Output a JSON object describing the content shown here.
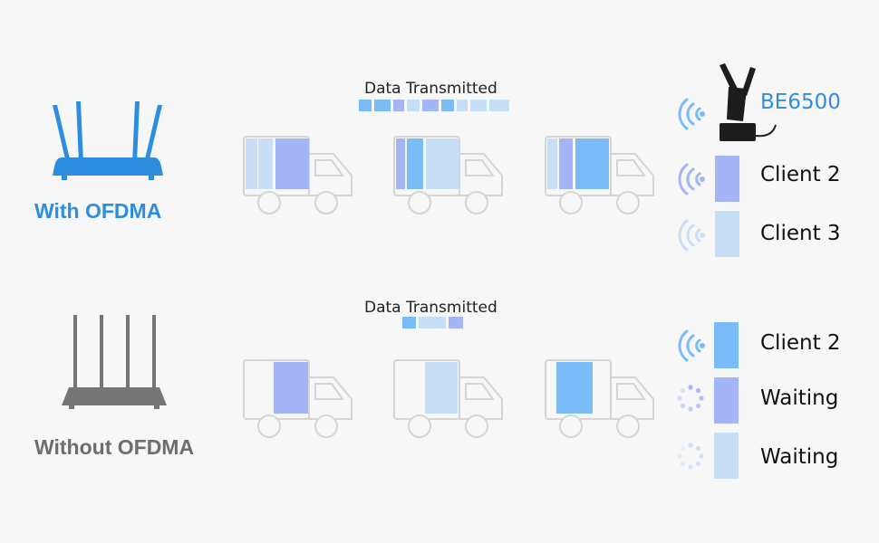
{
  "colors": {
    "blue_accent": "#2d8ee0",
    "gray_router": "#757575",
    "dark_blue_block": "#a3b5f7",
    "mid_blue_block": "#79bcf7",
    "light_blue_block": "#c7def7",
    "truck_stroke": "#d5d5d5"
  },
  "with_ofdma": {
    "router_label": "With OFDMA",
    "data_label": "Data Transmitted",
    "device_label": "BE6500",
    "clients": [
      {
        "label": "Client 2",
        "signal": "wifi-signal-icon"
      },
      {
        "label": "Client 3",
        "signal": "wifi-signal-icon"
      }
    ]
  },
  "without_ofdma": {
    "router_label": "Without OFDMA",
    "data_label": "Data Transmitted",
    "clients": [
      {
        "label": "Client 2",
        "signal": "wifi-signal-icon"
      },
      {
        "label": "Waiting",
        "signal": "loading-spinner-icon"
      },
      {
        "label": "Waiting",
        "signal": "loading-spinner-icon"
      }
    ]
  }
}
